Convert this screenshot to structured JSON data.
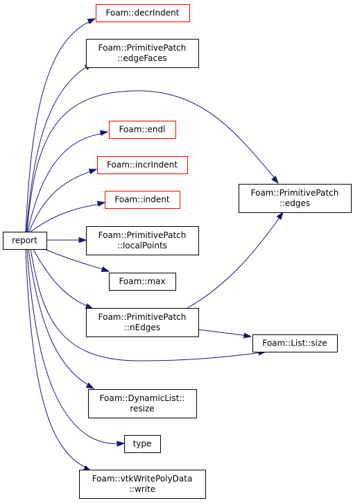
{
  "colors": {
    "edge": "#191970",
    "root_fill": "#bfbfbf",
    "root_border": "#000000",
    "link_border": "#000000",
    "undocumented_border": "#ff0000",
    "text": "#000000"
  },
  "nodes": {
    "report": {
      "lines": [
        "report"
      ],
      "style": "root"
    },
    "decrIndent": {
      "lines": [
        "Foam::decrIndent"
      ],
      "style": "red"
    },
    "edgeFaces": {
      "lines": [
        "Foam::PrimitivePatch",
        "::edgeFaces"
      ],
      "style": "black"
    },
    "endl": {
      "lines": [
        "Foam::endl"
      ],
      "style": "red"
    },
    "incrIndent": {
      "lines": [
        "Foam::incrIndent"
      ],
      "style": "red"
    },
    "indent": {
      "lines": [
        "Foam::indent"
      ],
      "style": "red"
    },
    "localPoints": {
      "lines": [
        "Foam::PrimitivePatch",
        "::localPoints"
      ],
      "style": "black"
    },
    "max": {
      "lines": [
        "Foam::max"
      ],
      "style": "black"
    },
    "nEdges": {
      "lines": [
        "Foam::PrimitivePatch",
        "::nEdges"
      ],
      "style": "black"
    },
    "resize": {
      "lines": [
        "Foam::DynamicList::",
        "resize"
      ],
      "style": "black"
    },
    "type": {
      "lines": [
        "type"
      ],
      "style": "black"
    },
    "write": {
      "lines": [
        "Foam::vtkWritePolyData",
        "::write"
      ],
      "style": "black"
    },
    "edges": {
      "lines": [
        "Foam::PrimitivePatch",
        "::edges"
      ],
      "style": "black"
    },
    "size": {
      "lines": [
        "Foam::List::size"
      ],
      "style": "black"
    }
  },
  "edges": [
    [
      "report",
      "decrIndent"
    ],
    [
      "report",
      "edgeFaces"
    ],
    [
      "report",
      "edges"
    ],
    [
      "report",
      "endl"
    ],
    [
      "report",
      "incrIndent"
    ],
    [
      "report",
      "indent"
    ],
    [
      "report",
      "localPoints"
    ],
    [
      "report",
      "max"
    ],
    [
      "report",
      "nEdges"
    ],
    [
      "report",
      "size"
    ],
    [
      "report",
      "resize"
    ],
    [
      "report",
      "type"
    ],
    [
      "report",
      "write"
    ],
    [
      "nEdges",
      "edges"
    ],
    [
      "nEdges",
      "size"
    ]
  ]
}
